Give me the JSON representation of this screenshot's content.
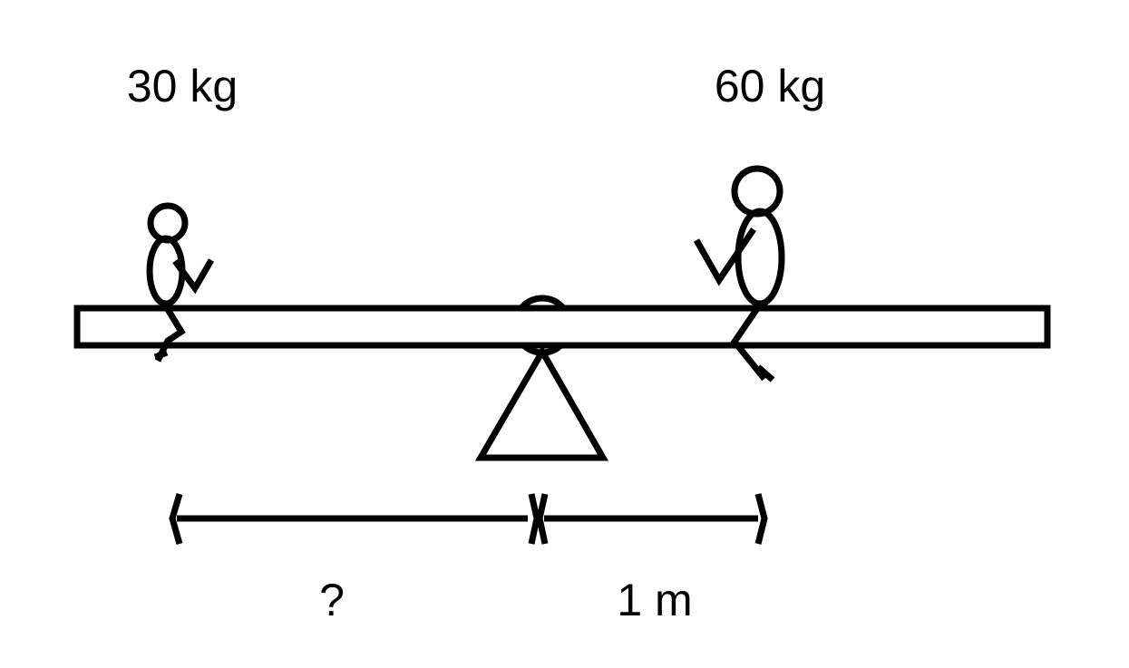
{
  "labels": {
    "left_mass": "30 kg",
    "right_mass": "60 kg",
    "left_distance": "?",
    "right_distance": "1 m"
  },
  "colors": {
    "ink": "#000000",
    "background": "#ffffff"
  }
}
